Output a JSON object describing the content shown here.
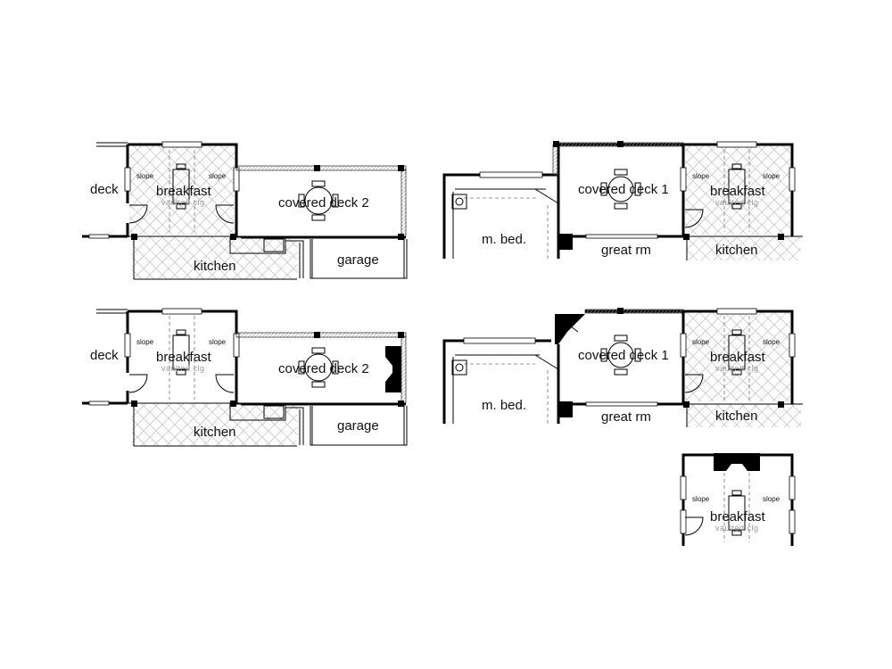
{
  "labels": {
    "deck": "deck",
    "breakfast": "breakfast",
    "vaulted": "vaulted clg",
    "slope": "slope",
    "covered_deck_2": "covered deck 2",
    "covered_deck_1": "covered deck 1",
    "kitchen": "kitchen",
    "garage": "garage",
    "m_bed": "m. bed.",
    "great_rm": "great rm"
  }
}
